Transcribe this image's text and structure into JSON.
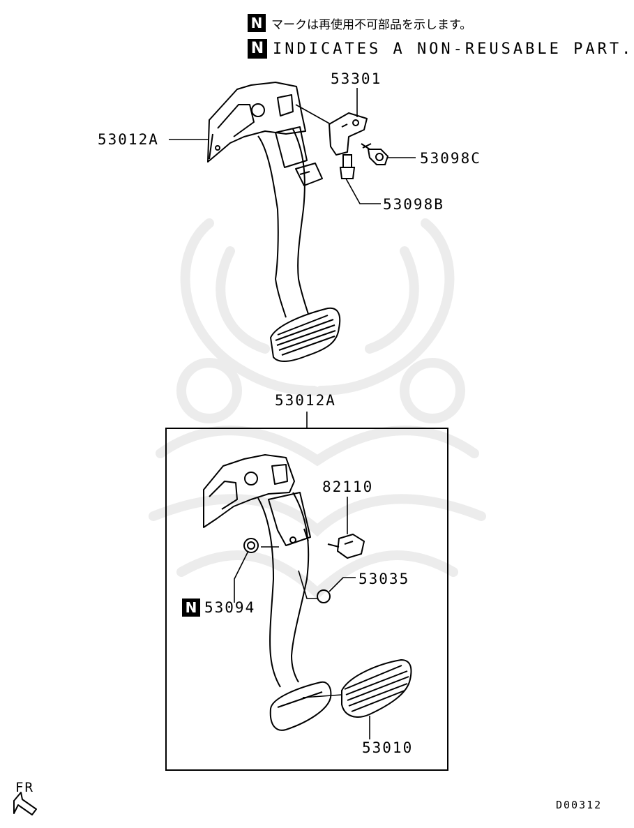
{
  "legend": {
    "mark": "N",
    "japanese": "マークは再使用不可部品を示します。",
    "english": "INDICATES A NON-REUSABLE PART."
  },
  "parts": {
    "bracket": "53301",
    "pedal_assembly_top": "53012A",
    "bolt": "53098C",
    "stud": "53098B",
    "pedal_assembly_detail": "53012A",
    "switch": "82110",
    "stopper": "53035",
    "bushing": "53094",
    "pedal_pad": "53010"
  },
  "direction": "FR",
  "diagram_code": "D00312",
  "colors": {
    "line": "#000000",
    "watermark": "#ececec",
    "background": "#ffffff"
  }
}
